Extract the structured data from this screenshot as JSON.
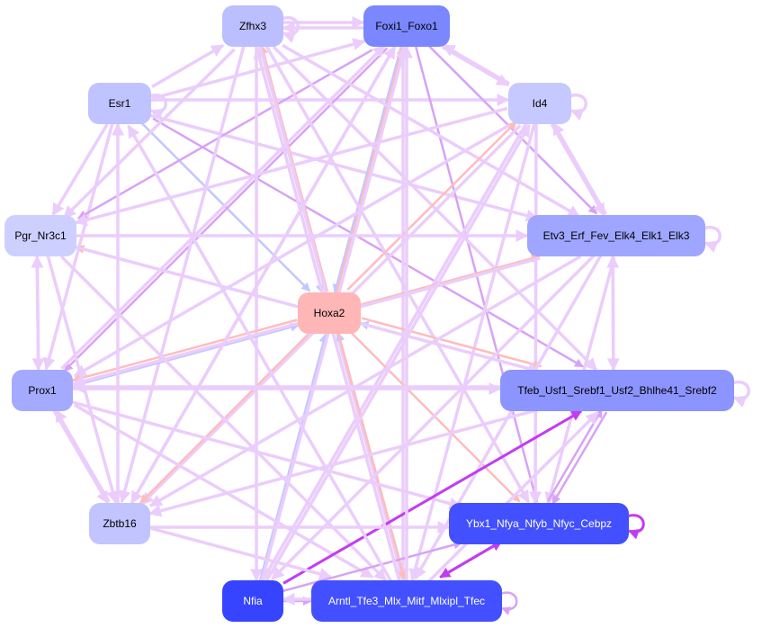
{
  "graph": {
    "nodes": [
      {
        "id": "Zfhx3",
        "label": "Zfhx3",
        "fill": "#bcbfff",
        "text": "#000000"
      },
      {
        "id": "Foxi1",
        "label": "Foxi1_Foxo1",
        "fill": "#7b87ff",
        "text": "#000000"
      },
      {
        "id": "Esr1",
        "label": "Esr1",
        "fill": "#bfc3ff",
        "text": "#000000"
      },
      {
        "id": "Id4",
        "label": "Id4",
        "fill": "#c6c9ff",
        "text": "#000000"
      },
      {
        "id": "Pgr",
        "label": "Pgr_Nr3c1",
        "fill": "#cdd0ff",
        "text": "#000000"
      },
      {
        "id": "Etv3",
        "label": "Etv3_Erf_Fev_Elk4_Elk1_Elk3",
        "fill": "#9ea6ff",
        "text": "#000000"
      },
      {
        "id": "Hoxa2",
        "label": "Hoxa2",
        "fill": "#ffb6b6",
        "text": "#000000"
      },
      {
        "id": "Prox1",
        "label": "Prox1",
        "fill": "#a4aaff",
        "text": "#000000"
      },
      {
        "id": "Tfeb",
        "label": "Tfeb_Usf1_Srebf1_Usf2_Bhlhe41_Srebf2",
        "fill": "#8c94ff",
        "text": "#000000"
      },
      {
        "id": "Zbtb16",
        "label": "Zbtb16",
        "fill": "#c1c4ff",
        "text": "#000000"
      },
      {
        "id": "Ybx1",
        "label": "Ybx1_Nfya_Nfyb_Nfyc_Cebpz",
        "fill": "#4250ff",
        "text": "#ffffff"
      },
      {
        "id": "Nfia",
        "label": "Nfia",
        "fill": "#3644ff",
        "text": "#ffffff"
      },
      {
        "id": "Arntl",
        "label": "Arntl_Tfe3_Mlx_Mitf_Mlxipl_Tfec",
        "fill": "#4250ff",
        "text": "#ffffff"
      }
    ],
    "edge_colors": {
      "l": "#ebcdfc",
      "m": "#d8a2f6",
      "d": "#c23cf2",
      "r": "#ffbcbc",
      "b": "#c2c8ff"
    },
    "edges": [
      [
        "Zfhx3",
        "Foxi1",
        "l"
      ],
      [
        "Foxi1",
        "Zfhx3",
        "l"
      ],
      [
        "Zfhx3",
        "Zfhx3",
        "l"
      ],
      [
        "Esr1",
        "Zfhx3",
        "l"
      ],
      [
        "Esr1",
        "Foxi1",
        "l"
      ],
      [
        "Esr1",
        "Id4",
        "l"
      ],
      [
        "Esr1",
        "Esr1",
        "l"
      ],
      [
        "Esr1",
        "Pgr",
        "l"
      ],
      [
        "Esr1",
        "Prox1",
        "l"
      ],
      [
        "Esr1",
        "Etv3",
        "l"
      ],
      [
        "Esr1",
        "Tfeb",
        "m"
      ],
      [
        "Esr1",
        "Hoxa2",
        "b"
      ],
      [
        "Foxi1",
        "Id4",
        "l"
      ],
      [
        "Id4",
        "Foxi1",
        "l"
      ],
      [
        "Id4",
        "Id4",
        "l"
      ],
      [
        "Foxi1",
        "Pgr",
        "m"
      ],
      [
        "Foxi1",
        "Etv3",
        "m"
      ],
      [
        "Foxi1",
        "Hoxa2",
        "b"
      ],
      [
        "Hoxa2",
        "Foxi1",
        "r"
      ],
      [
        "Foxi1",
        "Arntl",
        "l"
      ],
      [
        "Foxi1",
        "Ybx1",
        "m"
      ],
      [
        "Foxi1",
        "Prox1",
        "m"
      ],
      [
        "Foxi1",
        "Zbtb16",
        "l"
      ],
      [
        "Zfhx3",
        "Hoxa2",
        "b"
      ],
      [
        "Hoxa2",
        "Zfhx3",
        "r"
      ],
      [
        "Zfhx3",
        "Nfia",
        "l"
      ],
      [
        "Zfhx3",
        "Arntl",
        "l"
      ],
      [
        "Zfhx3",
        "Tfeb",
        "l"
      ],
      [
        "Zfhx3",
        "Etv3",
        "l"
      ],
      [
        "Zfhx3",
        "Zbtb16",
        "l"
      ],
      [
        "Zfhx3",
        "Pgr",
        "l"
      ],
      [
        "Zfhx3",
        "Ybx1",
        "l"
      ],
      [
        "Id4",
        "Etv3",
        "l"
      ],
      [
        "Etv3",
        "Id4",
        "l"
      ],
      [
        "Id4",
        "Pgr",
        "l"
      ],
      [
        "Id4",
        "Prox1",
        "l"
      ],
      [
        "Id4",
        "Zbtb16",
        "l"
      ],
      [
        "Id4",
        "Arntl",
        "l"
      ],
      [
        "Id4",
        "Nfia",
        "l"
      ],
      [
        "Id4",
        "Ybx1",
        "l"
      ],
      [
        "Hoxa2",
        "Id4",
        "r"
      ],
      [
        "Hoxa2",
        "Pgr",
        "r"
      ],
      [
        "Hoxa2",
        "Etv3",
        "r"
      ],
      [
        "Hoxa2",
        "Prox1",
        "r"
      ],
      [
        "Prox1",
        "Hoxa2",
        "b"
      ],
      [
        "Hoxa2",
        "Tfeb",
        "r"
      ],
      [
        "Tfeb",
        "Hoxa2",
        "b"
      ],
      [
        "Hoxa2",
        "Zbtb16",
        "r"
      ],
      [
        "Nfia",
        "Hoxa2",
        "b"
      ],
      [
        "Arntl",
        "Hoxa2",
        "b"
      ],
      [
        "Hoxa2",
        "Arntl",
        "r"
      ],
      [
        "Hoxa2",
        "Ybx1",
        "r"
      ],
      [
        "Pgr",
        "Etv3",
        "l"
      ],
      [
        "Pgr",
        "Tfeb",
        "l"
      ],
      [
        "Pgr",
        "Prox1",
        "l"
      ],
      [
        "Prox1",
        "Pgr",
        "l"
      ],
      [
        "Pgr",
        "Zbtb16",
        "l"
      ],
      [
        "Pgr",
        "Arntl",
        "l"
      ],
      [
        "Etv3",
        "Etv3",
        "l"
      ],
      [
        "Etv3",
        "Tfeb",
        "l"
      ],
      [
        "Tfeb",
        "Etv3",
        "l"
      ],
      [
        "Etv3",
        "Prox1",
        "l"
      ],
      [
        "Etv3",
        "Zbtb16",
        "l"
      ],
      [
        "Etv3",
        "Nfia",
        "l"
      ],
      [
        "Etv3",
        "Arntl",
        "l"
      ],
      [
        "Etv3",
        "Ybx1",
        "l"
      ],
      [
        "Prox1",
        "Tfeb",
        "l"
      ],
      [
        "Prox1",
        "Zbtb16",
        "l"
      ],
      [
        "Zbtb16",
        "Prox1",
        "l"
      ],
      [
        "Prox1",
        "Ybx1",
        "l"
      ],
      [
        "Prox1",
        "Arntl",
        "l"
      ],
      [
        "Prox1",
        "Foxi1",
        "l"
      ],
      [
        "Tfeb",
        "Tfeb",
        "l"
      ],
      [
        "Tfeb",
        "Zbtb16",
        "l"
      ],
      [
        "Tfeb",
        "Prox1",
        "l"
      ],
      [
        "Ybx1",
        "Tfeb",
        "m"
      ],
      [
        "Tfeb",
        "Ybx1",
        "m"
      ],
      [
        "Nfia",
        "Tfeb",
        "d"
      ],
      [
        "Arntl",
        "Tfeb",
        "l"
      ],
      [
        "Zbtb16",
        "Ybx1",
        "l"
      ],
      [
        "Zbtb16",
        "Arntl",
        "l"
      ],
      [
        "Zbtb16",
        "Esr1",
        "l"
      ],
      [
        "Zbtb16",
        "Foxi1",
        "l"
      ],
      [
        "Ybx1",
        "Ybx1",
        "d"
      ],
      [
        "Ybx1",
        "Arntl",
        "d"
      ],
      [
        "Arntl",
        "Ybx1",
        "d"
      ],
      [
        "Nfia",
        "Ybx1",
        "m"
      ],
      [
        "Nfia",
        "Arntl",
        "m"
      ],
      [
        "Arntl",
        "Nfia",
        "l"
      ],
      [
        "Arntl",
        "Arntl",
        "m"
      ],
      [
        "Arntl",
        "Esr1",
        "l"
      ],
      [
        "Arntl",
        "Zfhx3",
        "l"
      ],
      [
        "Arntl",
        "Foxi1",
        "l"
      ],
      [
        "Nfia",
        "Id4",
        "l"
      ],
      [
        "Nfia",
        "Foxi1",
        "l"
      ]
    ]
  }
}
